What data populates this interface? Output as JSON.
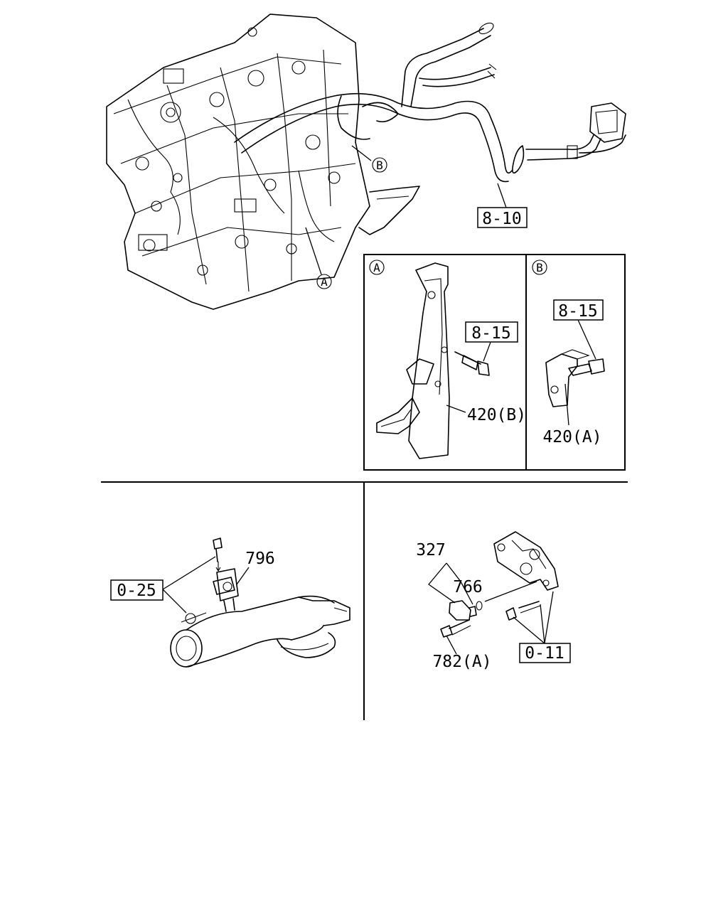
{
  "callouts": {
    "harness": "8-10",
    "bolt_a": "8-15",
    "bolt_b": "8-15",
    "bracket_b": "420(B)",
    "bracket_a": "420(A)",
    "nut_left": "0-25",
    "sensor_left": "796",
    "sensor_right": "327",
    "oring": "766",
    "bolt_right": "782(A)",
    "stud_right": "0-11"
  },
  "markers": {
    "a": "A",
    "b": "B"
  }
}
